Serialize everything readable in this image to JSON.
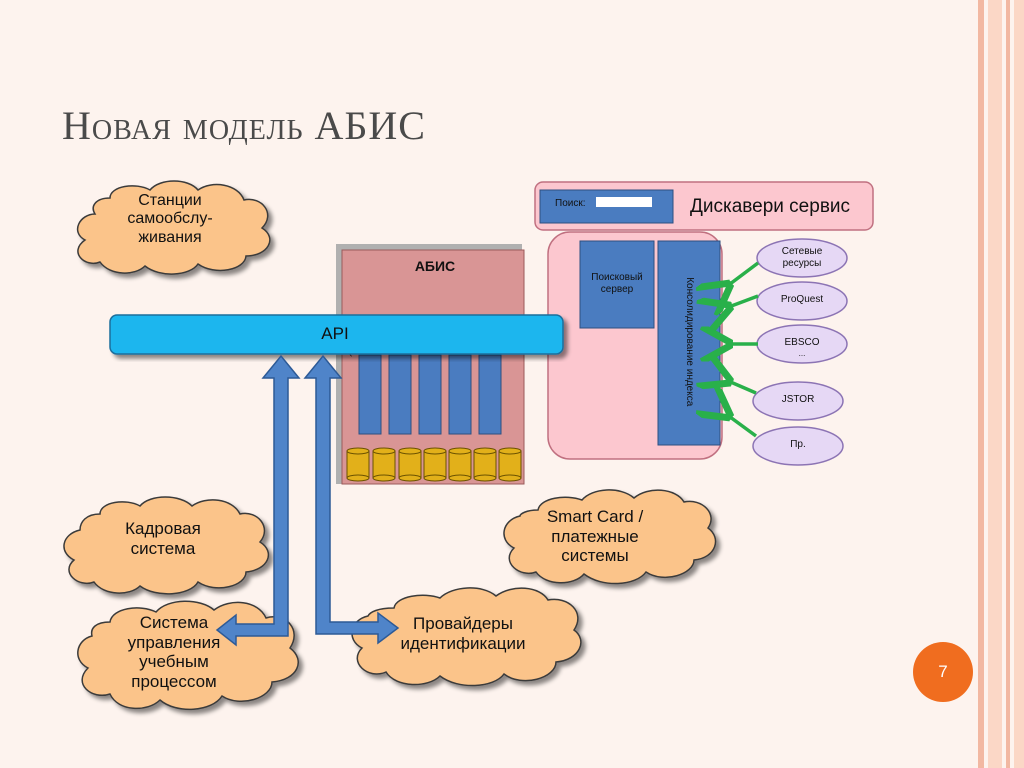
{
  "slide": {
    "title": "Новая модель АБИС",
    "page_number": "7"
  },
  "clouds": {
    "stations": "Станции самообслу-живания",
    "hr": "Кадровая система",
    "lms": "Система управления учебным процессом",
    "smartcard": "Smart Card / платежные системы",
    "idp": "Провайдеры идентификации"
  },
  "api": {
    "label": "API"
  },
  "abis": {
    "label": "АБИС",
    "backtick": "`"
  },
  "discovery": {
    "title": "Дискавери сервис",
    "search_label": "Поиск:",
    "search_server": "Поисковый сервер",
    "index": "Консолидирование индекса",
    "sources": [
      "Сетевые ресурсы",
      "ProQuest",
      "EBSCO",
      "JSTOR",
      "Пр."
    ],
    "ebsco_dots": "..."
  },
  "colors": {
    "cloud_fill": "#fbc48a",
    "cloud_stroke": "#3a3a3a",
    "api_fill": "#1fb6ee",
    "abis_fill": "#d99595",
    "module_fill": "#4a7cc0",
    "cylinder_fill": "#e2b01a",
    "discovery_fill": "#fcc7cf",
    "source_fill": "#e6d8f5",
    "arrow_green": "#29b04a",
    "arrow_blue": "#4f84c9",
    "page_badge": "#f06d1f"
  }
}
